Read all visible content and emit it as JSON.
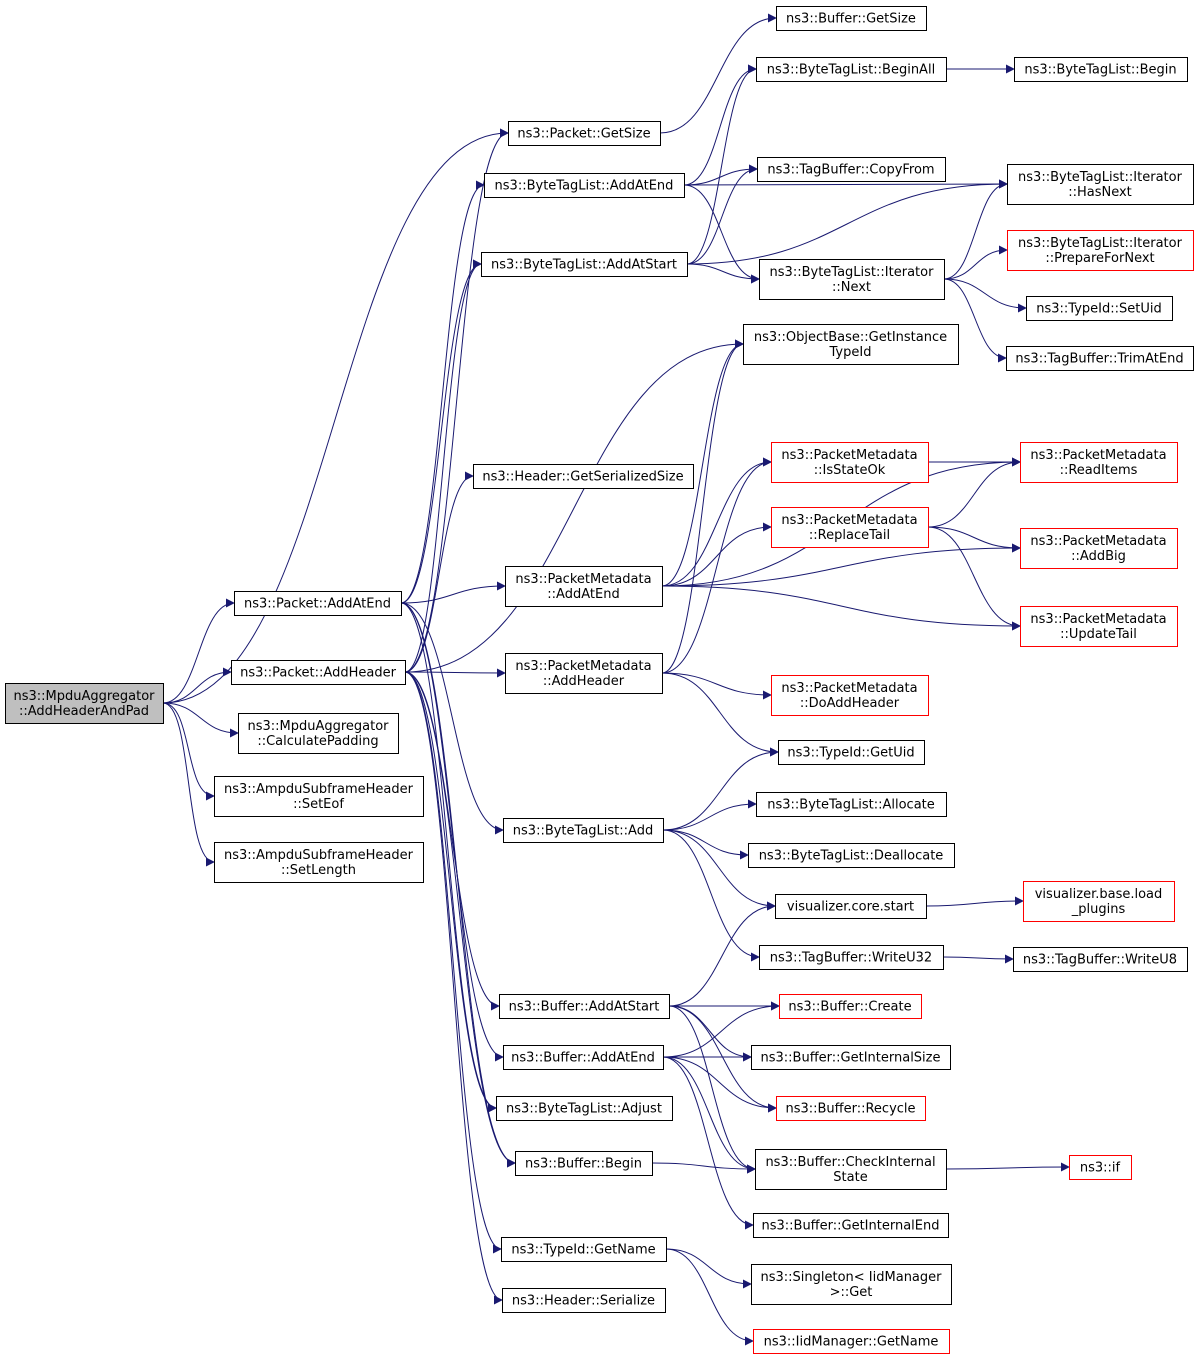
{
  "colors": {
    "edge": "#191970",
    "node_border": "#000000",
    "node_border_truncated": "#ff0000",
    "root_fill": "#bfbfbf",
    "node_fill": "#ffffff"
  },
  "nodes": [
    {
      "id": "root",
      "lines": [
        "ns3::MpduAggregator",
        "::AddHeaderAndPad"
      ],
      "style": "root"
    },
    {
      "id": "packet_addatend",
      "lines": [
        "ns3::Packet::AddAtEnd"
      ],
      "style": "normal"
    },
    {
      "id": "packet_addheader",
      "lines": [
        "ns3::Packet::AddHeader"
      ],
      "style": "normal"
    },
    {
      "id": "mpdu_calcpad",
      "lines": [
        "ns3::MpduAggregator",
        "::CalculatePadding"
      ],
      "style": "normal"
    },
    {
      "id": "ampdu_seteof",
      "lines": [
        "ns3::AmpduSubframeHeader",
        "::SetEof"
      ],
      "style": "normal"
    },
    {
      "id": "ampdu_setlength",
      "lines": [
        "ns3::AmpduSubframeHeader",
        "::SetLength"
      ],
      "style": "normal"
    },
    {
      "id": "packet_getsize",
      "lines": [
        "ns3::Packet::GetSize"
      ],
      "style": "normal"
    },
    {
      "id": "btl_addatend",
      "lines": [
        "ns3::ByteTagList::AddAtEnd"
      ],
      "style": "normal"
    },
    {
      "id": "btl_addatstart",
      "lines": [
        "ns3::ByteTagList::AddAtStart"
      ],
      "style": "normal"
    },
    {
      "id": "header_getserializedsize",
      "lines": [
        "ns3::Header::GetSerializedSize"
      ],
      "style": "normal"
    },
    {
      "id": "pm_addatend",
      "lines": [
        "ns3::PacketMetadata",
        "::AddAtEnd"
      ],
      "style": "normal"
    },
    {
      "id": "pm_addheader",
      "lines": [
        "ns3::PacketMetadata",
        "::AddHeader"
      ],
      "style": "normal"
    },
    {
      "id": "btl_add",
      "lines": [
        "ns3::ByteTagList::Add"
      ],
      "style": "normal"
    },
    {
      "id": "buffer_addatstart",
      "lines": [
        "ns3::Buffer::AddAtStart"
      ],
      "style": "normal"
    },
    {
      "id": "buffer_addatend",
      "lines": [
        "ns3::Buffer::AddAtEnd"
      ],
      "style": "normal"
    },
    {
      "id": "btl_adjust",
      "lines": [
        "ns3::ByteTagList::Adjust"
      ],
      "style": "normal"
    },
    {
      "id": "buffer_begin",
      "lines": [
        "ns3::Buffer::Begin"
      ],
      "style": "normal"
    },
    {
      "id": "typeid_getname",
      "lines": [
        "ns3::TypeId::GetName"
      ],
      "style": "normal"
    },
    {
      "id": "header_serialize",
      "lines": [
        "ns3::Header::Serialize"
      ],
      "style": "normal"
    },
    {
      "id": "buffer_getsize",
      "lines": [
        "ns3::Buffer::GetSize"
      ],
      "style": "normal"
    },
    {
      "id": "btl_beginall",
      "lines": [
        "ns3::ByteTagList::BeginAll"
      ],
      "style": "normal"
    },
    {
      "id": "tagbuffer_copyfrom",
      "lines": [
        "ns3::TagBuffer::CopyFrom"
      ],
      "style": "normal"
    },
    {
      "id": "btl_iter_next",
      "lines": [
        "ns3::ByteTagList::Iterator",
        "::Next"
      ],
      "style": "normal"
    },
    {
      "id": "objectbase_getinstancetypeid",
      "lines": [
        "ns3::ObjectBase::GetInstance",
        "TypeId"
      ],
      "style": "normal"
    },
    {
      "id": "pm_isstateok",
      "lines": [
        "ns3::PacketMetadata",
        "::IsStateOk"
      ],
      "style": "truncated"
    },
    {
      "id": "pm_replacetail",
      "lines": [
        "ns3::PacketMetadata",
        "::ReplaceTail"
      ],
      "style": "truncated"
    },
    {
      "id": "pm_doaddheader",
      "lines": [
        "ns3::PacketMetadata",
        "::DoAddHeader"
      ],
      "style": "truncated"
    },
    {
      "id": "typeid_getuid",
      "lines": [
        "ns3::TypeId::GetUid"
      ],
      "style": "normal"
    },
    {
      "id": "btl_allocate",
      "lines": [
        "ns3::ByteTagList::Allocate"
      ],
      "style": "normal"
    },
    {
      "id": "btl_deallocate",
      "lines": [
        "ns3::ByteTagList::Deallocate"
      ],
      "style": "normal"
    },
    {
      "id": "viz_core_start",
      "lines": [
        "visualizer.core.start"
      ],
      "style": "normal"
    },
    {
      "id": "tagbuffer_writeu32",
      "lines": [
        "ns3::TagBuffer::WriteU32"
      ],
      "style": "normal"
    },
    {
      "id": "buffer_create",
      "lines": [
        "ns3::Buffer::Create"
      ],
      "style": "truncated"
    },
    {
      "id": "buffer_getinternalsize",
      "lines": [
        "ns3::Buffer::GetInternalSize"
      ],
      "style": "normal"
    },
    {
      "id": "buffer_recycle",
      "lines": [
        "ns3::Buffer::Recycle"
      ],
      "style": "truncated"
    },
    {
      "id": "buffer_checkinternalstate",
      "lines": [
        "ns3::Buffer::CheckInternal",
        "State"
      ],
      "style": "normal"
    },
    {
      "id": "buffer_getinternalend",
      "lines": [
        "ns3::Buffer::GetInternalEnd"
      ],
      "style": "normal"
    },
    {
      "id": "singleton_get",
      "lines": [
        "ns3::Singleton< IidManager",
        ">::Get"
      ],
      "style": "normal"
    },
    {
      "id": "iidmanager_getname",
      "lines": [
        "ns3::IidManager::GetName"
      ],
      "style": "truncated"
    },
    {
      "id": "btl_begin",
      "lines": [
        "ns3::ByteTagList::Begin"
      ],
      "style": "normal"
    },
    {
      "id": "btl_iter_hasnext",
      "lines": [
        "ns3::ByteTagList::Iterator",
        "::HasNext"
      ],
      "style": "normal"
    },
    {
      "id": "btl_iter_preparefornext",
      "lines": [
        "ns3::ByteTagList::Iterator",
        "::PrepareForNext"
      ],
      "style": "truncated"
    },
    {
      "id": "typeid_setuid",
      "lines": [
        "ns3::TypeId::SetUid"
      ],
      "style": "normal"
    },
    {
      "id": "tagbuffer_trimatend",
      "lines": [
        "ns3::TagBuffer::TrimAtEnd"
      ],
      "style": "normal"
    },
    {
      "id": "pm_readitems",
      "lines": [
        "ns3::PacketMetadata",
        "::ReadItems"
      ],
      "style": "truncated"
    },
    {
      "id": "pm_addbig",
      "lines": [
        "ns3::PacketMetadata",
        "::AddBig"
      ],
      "style": "truncated"
    },
    {
      "id": "pm_updatetail",
      "lines": [
        "ns3::PacketMetadata",
        "::UpdateTail"
      ],
      "style": "truncated"
    },
    {
      "id": "viz_base_loadplugins",
      "lines": [
        "visualizer.base.load",
        "_plugins"
      ],
      "style": "truncated"
    },
    {
      "id": "tagbuffer_writeu8",
      "lines": [
        "ns3::TagBuffer::WriteU8"
      ],
      "style": "normal"
    },
    {
      "id": "ns3_if",
      "lines": [
        "ns3::if"
      ],
      "style": "truncated"
    }
  ],
  "edges": [
    [
      "root",
      "packet_getsize"
    ],
    [
      "root",
      "packet_addatend"
    ],
    [
      "root",
      "packet_addheader"
    ],
    [
      "root",
      "mpdu_calcpad"
    ],
    [
      "root",
      "ampdu_seteof"
    ],
    [
      "root",
      "ampdu_setlength"
    ],
    [
      "packet_addatend",
      "btl_addatend"
    ],
    [
      "packet_addatend",
      "btl_addatstart"
    ],
    [
      "packet_addatend",
      "pm_addatend"
    ],
    [
      "packet_addatend",
      "btl_add"
    ],
    [
      "packet_addatend",
      "buffer_addatend"
    ],
    [
      "packet_addatend",
      "btl_adjust"
    ],
    [
      "packet_addatend",
      "buffer_begin"
    ],
    [
      "packet_addheader",
      "packet_getsize"
    ],
    [
      "packet_addheader",
      "btl_addatstart"
    ],
    [
      "packet_addheader",
      "header_getserializedsize"
    ],
    [
      "packet_addheader",
      "pm_addheader"
    ],
    [
      "packet_addheader",
      "buffer_addatstart"
    ],
    [
      "packet_addheader",
      "btl_adjust"
    ],
    [
      "packet_addheader",
      "buffer_begin"
    ],
    [
      "packet_addheader",
      "typeid_getname"
    ],
    [
      "packet_addheader",
      "header_serialize"
    ],
    [
      "packet_addheader",
      "objectbase_getinstancetypeid"
    ],
    [
      "packet_getsize",
      "buffer_getsize"
    ],
    [
      "btl_addatend",
      "btl_beginall"
    ],
    [
      "btl_addatend",
      "tagbuffer_copyfrom"
    ],
    [
      "btl_addatend",
      "btl_iter_next"
    ],
    [
      "btl_addatend",
      "btl_iter_hasnext"
    ],
    [
      "btl_addatstart",
      "btl_beginall"
    ],
    [
      "btl_addatstart",
      "tagbuffer_copyfrom"
    ],
    [
      "btl_addatstart",
      "btl_iter_next"
    ],
    [
      "btl_addatstart",
      "btl_iter_hasnext"
    ],
    [
      "btl_beginall",
      "btl_begin"
    ],
    [
      "btl_iter_next",
      "btl_iter_hasnext"
    ],
    [
      "btl_iter_next",
      "btl_iter_preparefornext"
    ],
    [
      "btl_iter_next",
      "typeid_setuid"
    ],
    [
      "btl_iter_next",
      "tagbuffer_trimatend"
    ],
    [
      "pm_addatend",
      "objectbase_getinstancetypeid"
    ],
    [
      "pm_addatend",
      "pm_isstateok"
    ],
    [
      "pm_addatend",
      "pm_replacetail"
    ],
    [
      "pm_addatend",
      "pm_addbig"
    ],
    [
      "pm_addatend",
      "pm_updatetail"
    ],
    [
      "pm_addatend",
      "pm_readitems"
    ],
    [
      "pm_addheader",
      "objectbase_getinstancetypeid"
    ],
    [
      "pm_addheader",
      "pm_isstateok"
    ],
    [
      "pm_addheader",
      "pm_doaddheader"
    ],
    [
      "pm_addheader",
      "typeid_getuid"
    ],
    [
      "pm_isstateok",
      "pm_readitems"
    ],
    [
      "pm_replacetail",
      "pm_readitems"
    ],
    [
      "pm_replacetail",
      "pm_addbig"
    ],
    [
      "pm_replacetail",
      "pm_updatetail"
    ],
    [
      "btl_add",
      "typeid_getuid"
    ],
    [
      "btl_add",
      "btl_allocate"
    ],
    [
      "btl_add",
      "btl_deallocate"
    ],
    [
      "btl_add",
      "viz_core_start"
    ],
    [
      "btl_add",
      "tagbuffer_writeu32"
    ],
    [
      "viz_core_start",
      "viz_base_loadplugins"
    ],
    [
      "tagbuffer_writeu32",
      "tagbuffer_writeu8"
    ],
    [
      "buffer_addatstart",
      "viz_core_start"
    ],
    [
      "buffer_addatstart",
      "buffer_create"
    ],
    [
      "buffer_addatstart",
      "buffer_getinternalsize"
    ],
    [
      "buffer_addatstart",
      "buffer_recycle"
    ],
    [
      "buffer_addatstart",
      "buffer_checkinternalstate"
    ],
    [
      "buffer_addatend",
      "buffer_create"
    ],
    [
      "buffer_addatend",
      "buffer_getinternalsize"
    ],
    [
      "buffer_addatend",
      "buffer_recycle"
    ],
    [
      "buffer_addatend",
      "buffer_checkinternalstate"
    ],
    [
      "buffer_addatend",
      "buffer_getinternalend"
    ],
    [
      "buffer_begin",
      "buffer_checkinternalstate"
    ],
    [
      "buffer_checkinternalstate",
      "ns3_if"
    ],
    [
      "typeid_getname",
      "singleton_get"
    ],
    [
      "typeid_getname",
      "iidmanager_getname"
    ]
  ]
}
